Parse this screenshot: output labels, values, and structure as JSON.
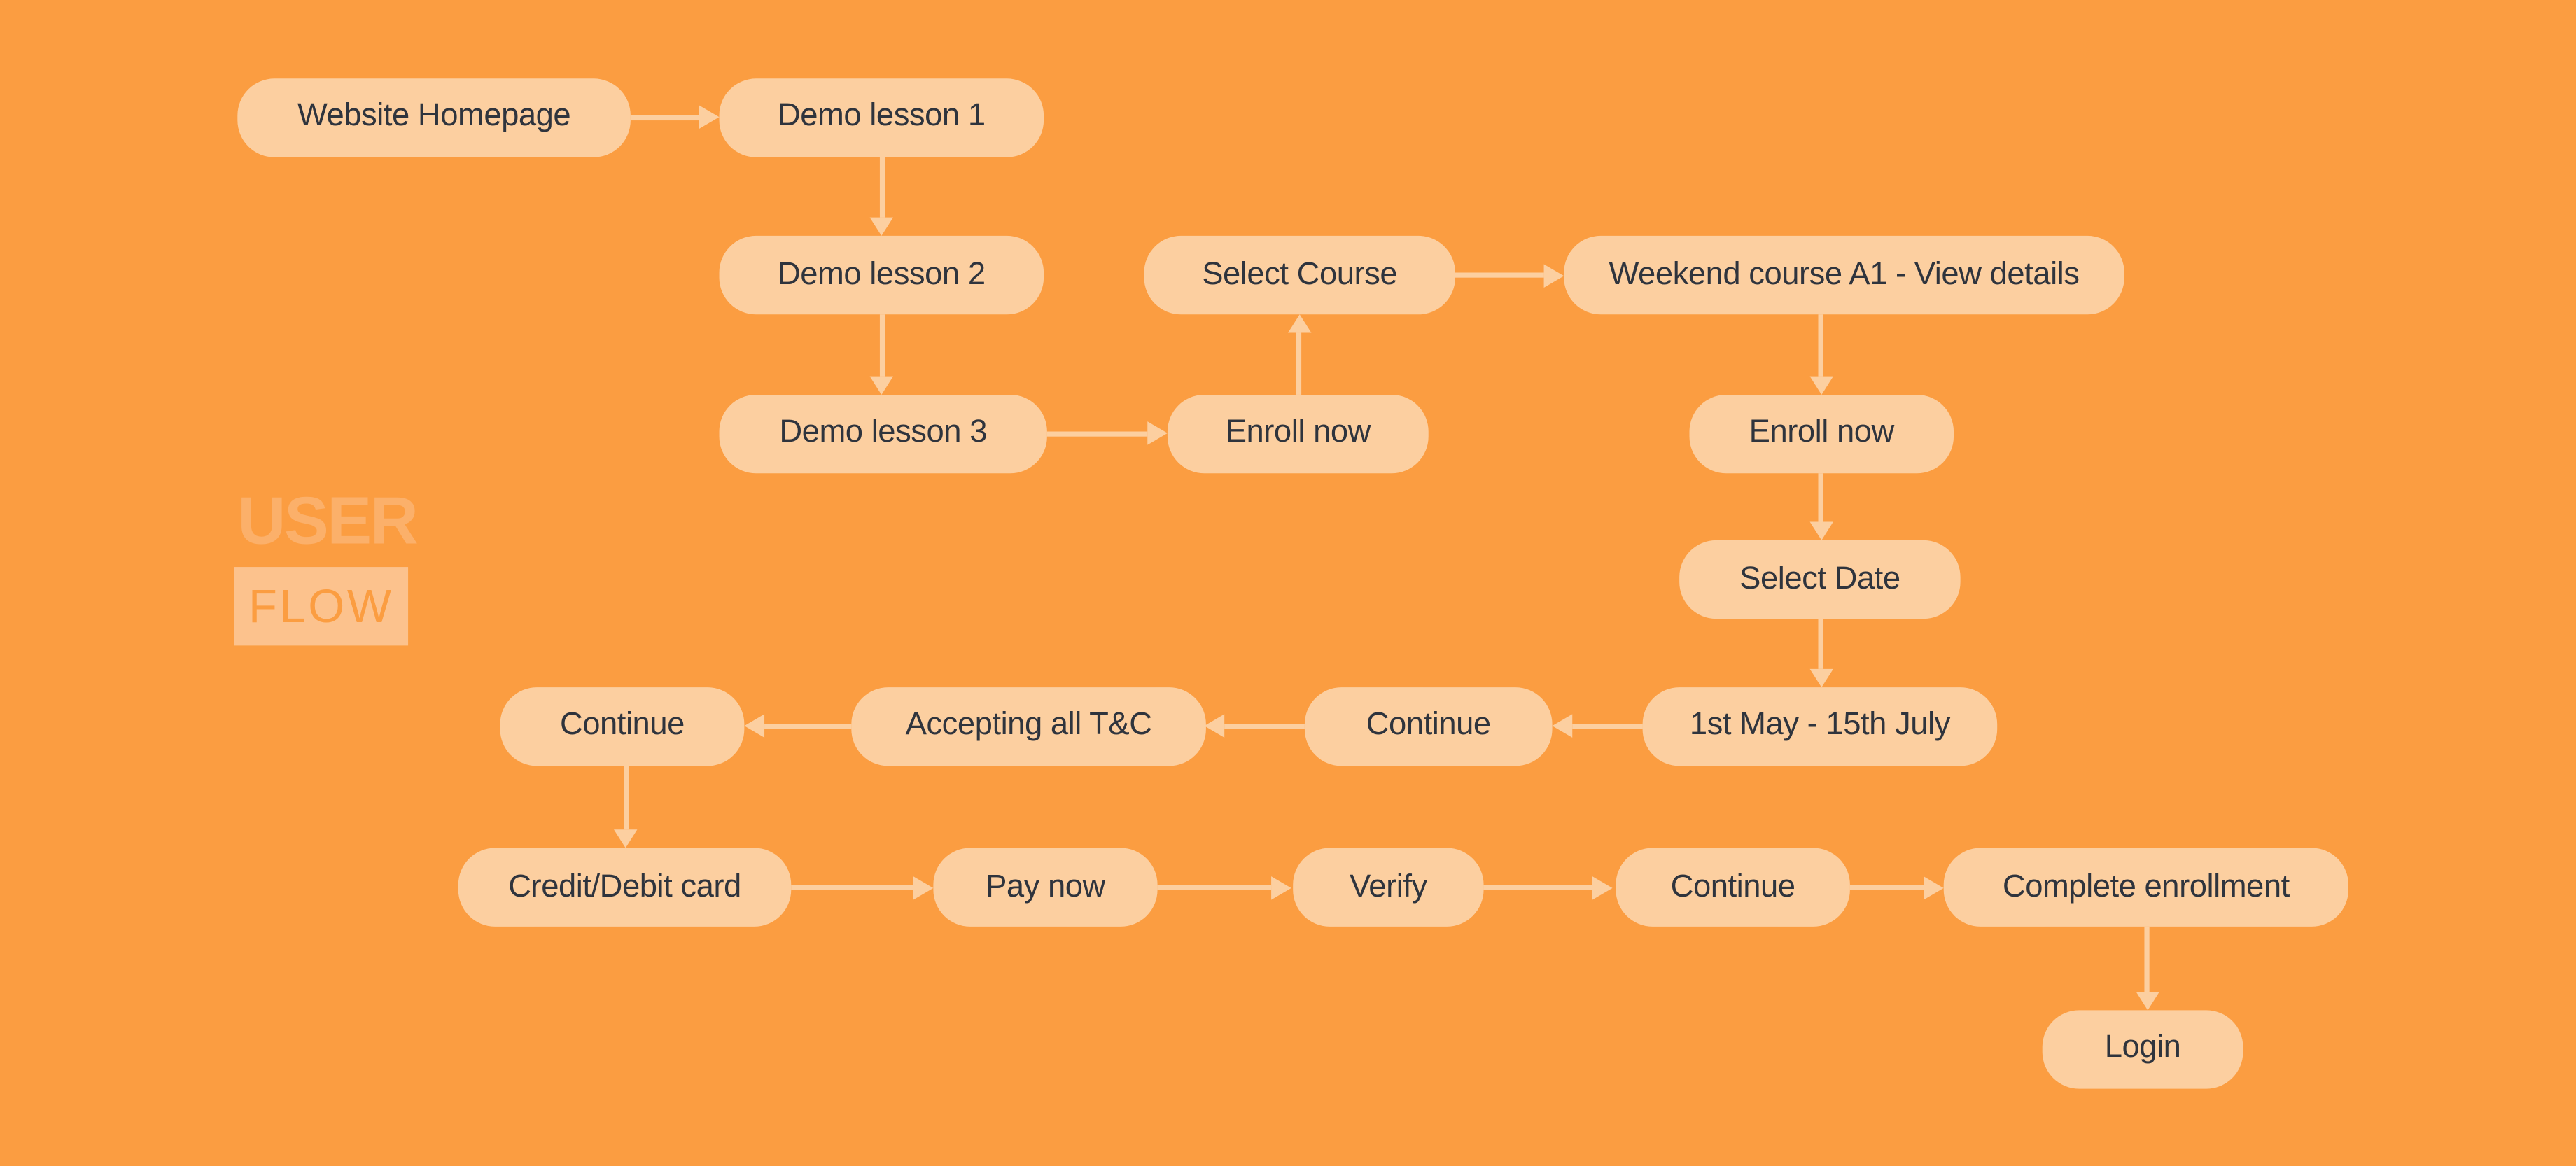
{
  "logo": {
    "line1": "USER",
    "line2": "FLOW"
  },
  "colors": {
    "background": "#FB9D41",
    "node_fill": "#FCCFA0",
    "node_text": "#2F343D",
    "arrow": "#FCCFA0",
    "logo_user_text": "#FBB06A",
    "logo_flow_fill": "#FCC28D",
    "logo_flow_text": "#FB9D41"
  },
  "nodes": [
    {
      "id": "website-homepage",
      "label": "Website Homepage"
    },
    {
      "id": "demo-lesson-1",
      "label": "Demo lesson 1"
    },
    {
      "id": "demo-lesson-2",
      "label": "Demo lesson 2"
    },
    {
      "id": "select-course",
      "label": "Select Course"
    },
    {
      "id": "weekend-course-a1",
      "label": "Weekend course A1 - View details"
    },
    {
      "id": "demo-lesson-3",
      "label": "Demo lesson 3"
    },
    {
      "id": "enroll-now-1",
      "label": "Enroll now"
    },
    {
      "id": "enroll-now-2",
      "label": "Enroll now"
    },
    {
      "id": "select-date",
      "label": "Select Date"
    },
    {
      "id": "continue-1",
      "label": "Continue"
    },
    {
      "id": "accepting-tc",
      "label": "Accepting all T&C"
    },
    {
      "id": "continue-2",
      "label": "Continue"
    },
    {
      "id": "date-range",
      "label": "1st May - 15th July"
    },
    {
      "id": "credit-debit-card",
      "label": "Credit/Debit card"
    },
    {
      "id": "pay-now",
      "label": "Pay now"
    },
    {
      "id": "verify",
      "label": "Verify"
    },
    {
      "id": "continue-3",
      "label": "Continue"
    },
    {
      "id": "complete-enrollment",
      "label": "Complete enrollment"
    },
    {
      "id": "login",
      "label": "Login"
    }
  ],
  "edges": [
    {
      "from": "website-homepage",
      "to": "demo-lesson-1"
    },
    {
      "from": "demo-lesson-1",
      "to": "demo-lesson-2"
    },
    {
      "from": "demo-lesson-2",
      "to": "demo-lesson-3"
    },
    {
      "from": "demo-lesson-3",
      "to": "enroll-now-1"
    },
    {
      "from": "enroll-now-1",
      "to": "select-course"
    },
    {
      "from": "select-course",
      "to": "weekend-course-a1"
    },
    {
      "from": "weekend-course-a1",
      "to": "enroll-now-2"
    },
    {
      "from": "enroll-now-2",
      "to": "select-date"
    },
    {
      "from": "select-date",
      "to": "date-range"
    },
    {
      "from": "date-range",
      "to": "continue-2"
    },
    {
      "from": "continue-2",
      "to": "accepting-tc"
    },
    {
      "from": "accepting-tc",
      "to": "continue-1"
    },
    {
      "from": "continue-1",
      "to": "credit-debit-card"
    },
    {
      "from": "credit-debit-card",
      "to": "pay-now"
    },
    {
      "from": "pay-now",
      "to": "verify"
    },
    {
      "from": "verify",
      "to": "continue-3"
    },
    {
      "from": "continue-3",
      "to": "complete-enrollment"
    },
    {
      "from": "complete-enrollment",
      "to": "login"
    }
  ]
}
